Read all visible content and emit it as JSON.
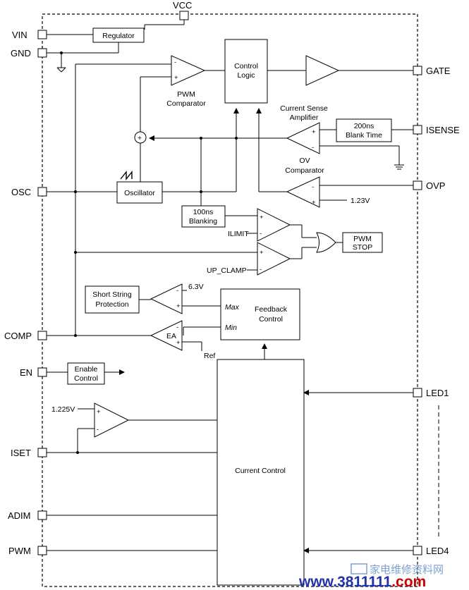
{
  "pins": {
    "vcc": "VCC",
    "vin": "VIN",
    "gnd": "GND",
    "osc": "OSC",
    "comp": "COMP",
    "en": "EN",
    "iset": "ISET",
    "adim": "ADIM",
    "pwm": "PWM",
    "gate": "GATE",
    "isense": "ISENSE",
    "ovp": "OVP",
    "led1": "LED1",
    "led4": "LED4"
  },
  "blocks": {
    "regulator": "Regulator",
    "control_logic_1": "Control",
    "control_logic_2": "Logic",
    "blank_time_1": "200ns",
    "blank_time_2": "Blank Time",
    "oscillator": "Oscillator",
    "blanking_1": "100ns",
    "blanking_2": "Blanking",
    "pwm_stop_1": "PWM",
    "pwm_stop_2": "STOP",
    "short_string_1": "Short String",
    "short_string_2": "Protection",
    "feedback_1": "Feedback",
    "feedback_2": "Control",
    "enable_1": "Enable",
    "enable_2": "Control",
    "current_control": "Current Control"
  },
  "labels": {
    "pwm_comparator_1": "PWM",
    "pwm_comparator_2": "Comparator",
    "current_sense_1": "Current Sense",
    "current_sense_2": "Amplifier",
    "ov_comparator_1": "OV",
    "ov_comparator_2": "Comparator",
    "ovp_ref": "1.23V",
    "ilimit": "ILIMIT",
    "up_clamp": "UP_CLAMP",
    "ref_63": "6.3V",
    "max": "Max",
    "min": "Min",
    "ea": "EA",
    "ref": "Ref",
    "iset_ref": "1.225V",
    "summing": "+"
  },
  "watermark": {
    "url_prefix": "www.",
    "url_number": "3811111",
    "url_suffix": ".com",
    "site_name": "家电维修资料网"
  },
  "colors": {
    "line": "#000000",
    "watermark_blue": "#2233aa",
    "watermark_red": "#cc0000"
  }
}
